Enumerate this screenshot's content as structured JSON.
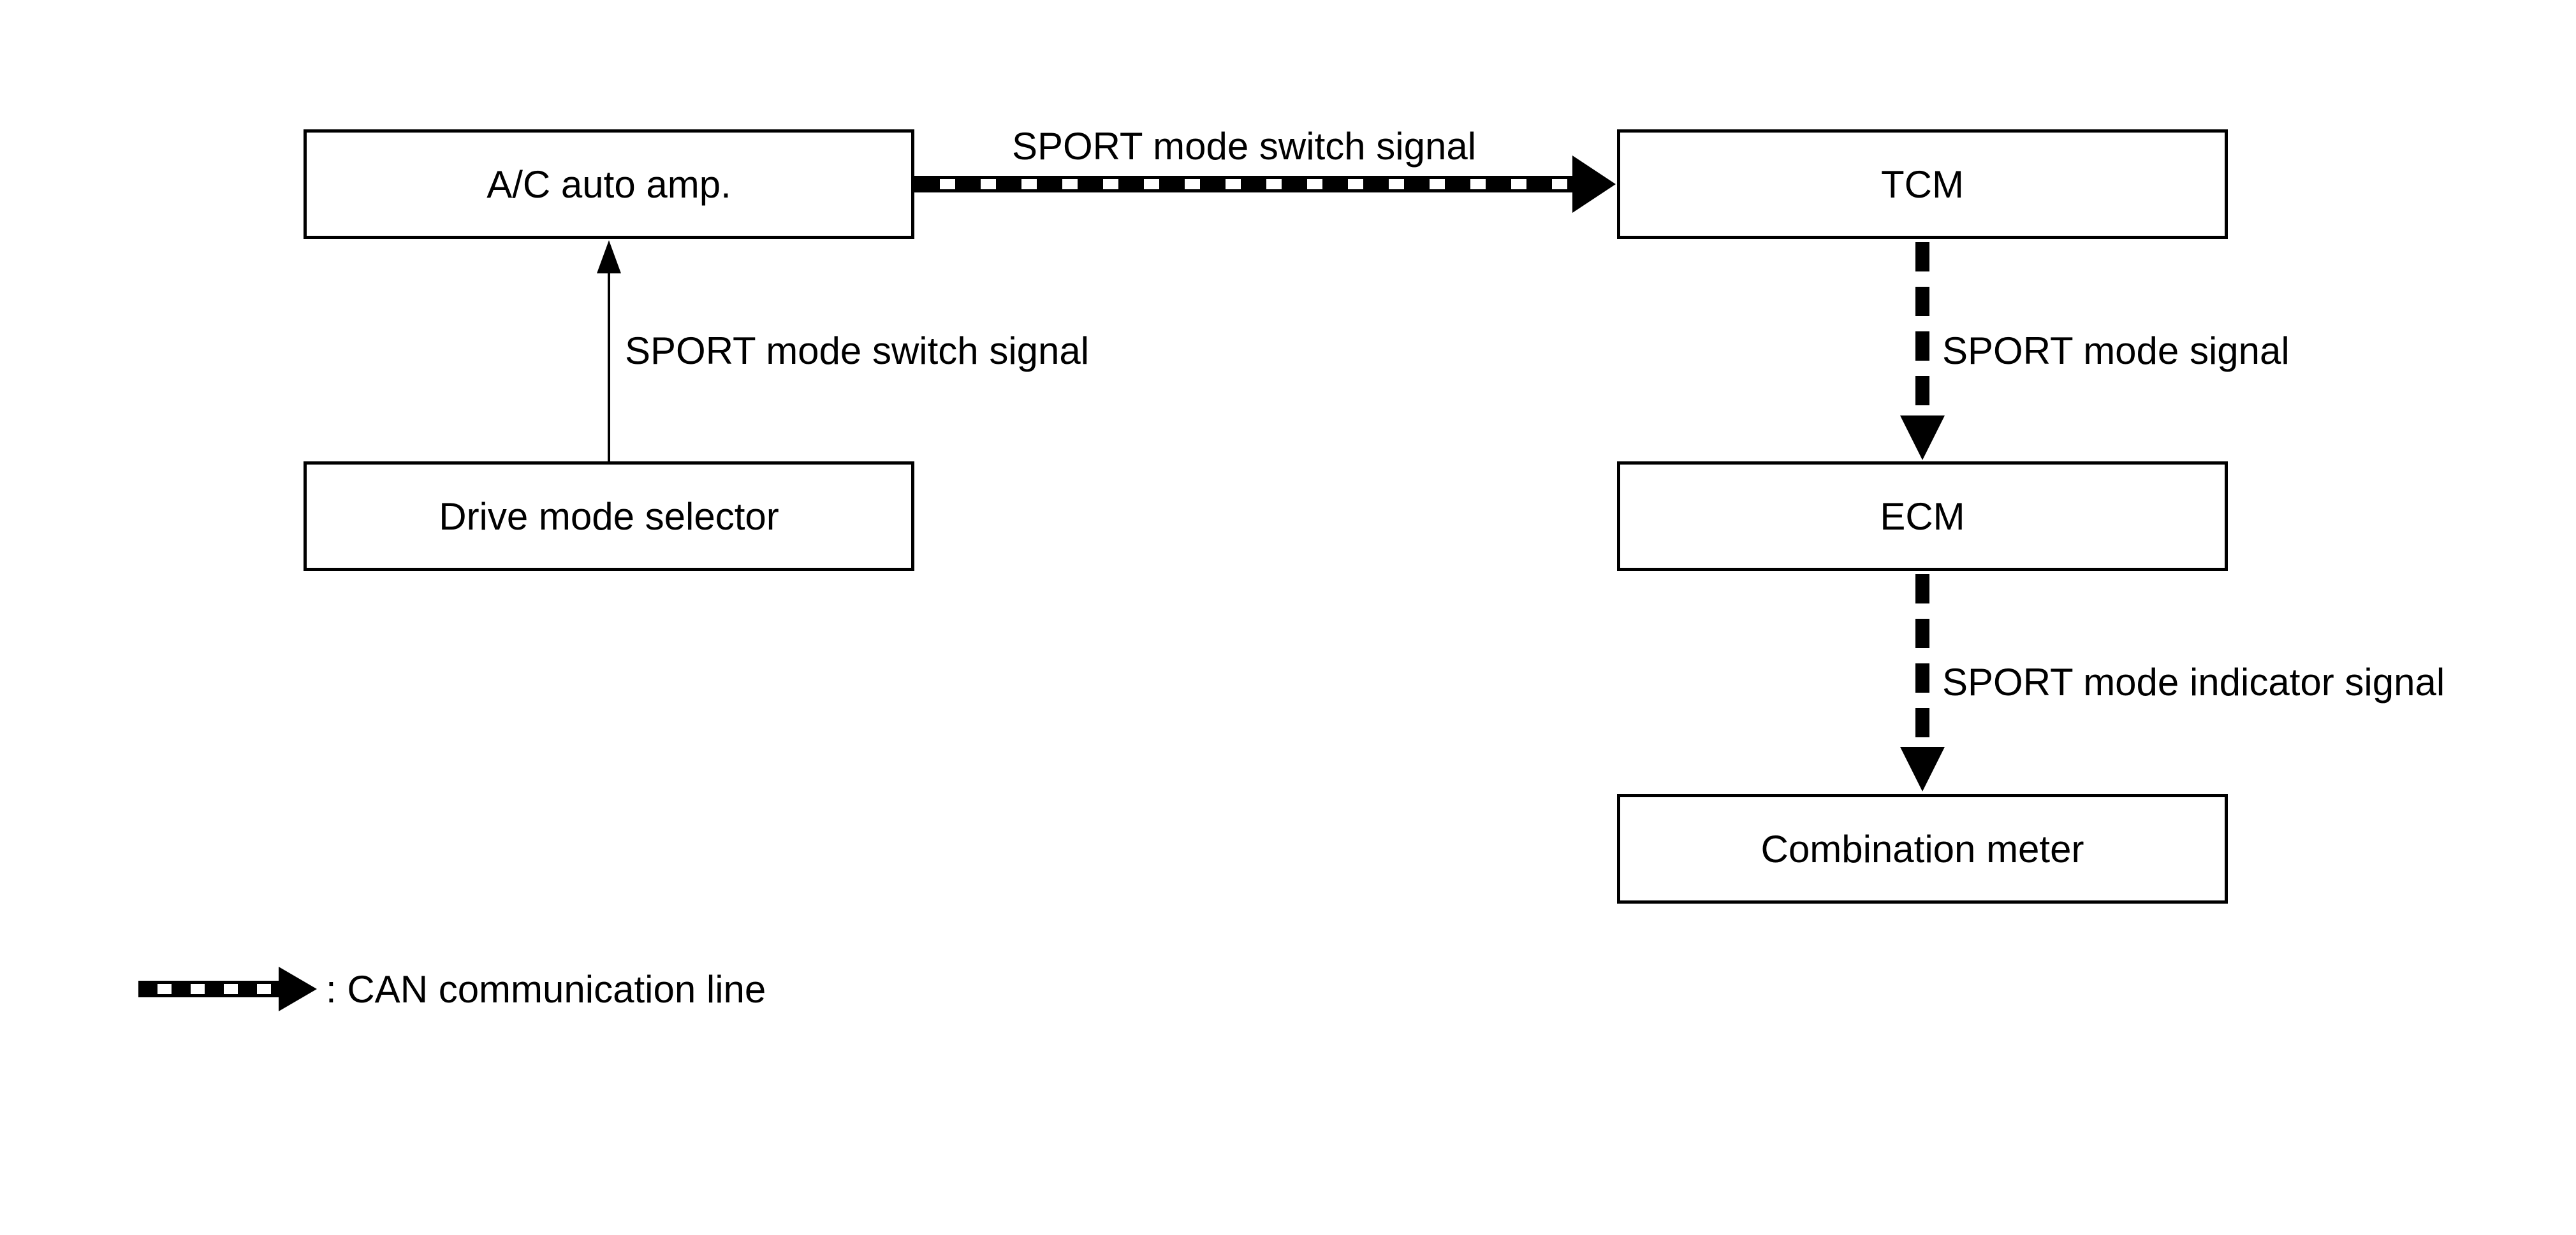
{
  "nodes": {
    "ac_auto_amp": {
      "label": "A/C auto amp."
    },
    "tcm": {
      "label": "TCM"
    },
    "drive_mode_selector": {
      "label": "Drive mode selector"
    },
    "ecm": {
      "label": "ECM"
    },
    "combination_meter": {
      "label": "Combination meter"
    }
  },
  "signals": {
    "amp_to_tcm": {
      "label": "SPORT mode switch signal"
    },
    "selector_to_amp": {
      "label": "SPORT mode switch signal"
    },
    "tcm_to_ecm": {
      "label": "SPORT mode signal"
    },
    "ecm_to_meter": {
      "label": "SPORT mode indicator signal"
    }
  },
  "legend": {
    "label": ": CAN communication line"
  },
  "colors": {
    "line": "#000000",
    "background": "#ffffff"
  }
}
